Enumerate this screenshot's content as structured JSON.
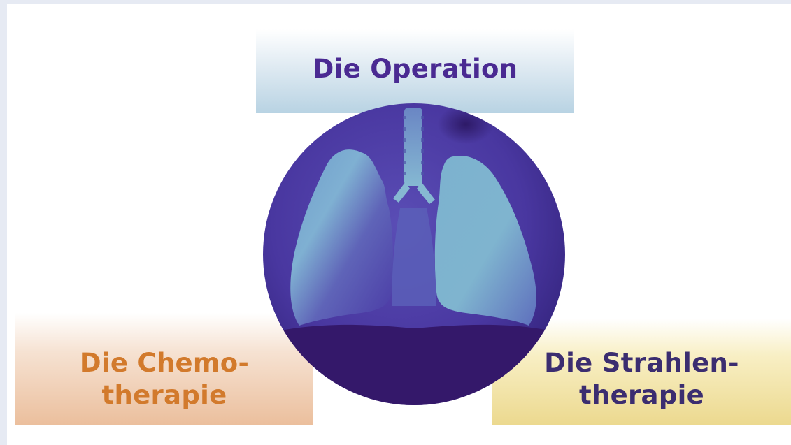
{
  "diagram": {
    "top_panel": {
      "label": "Die Operation",
      "color": "#4a2a92"
    },
    "left_panel": {
      "line1": "Die Chemo-",
      "line2": "therapie",
      "color": "#d27a2c"
    },
    "right_panel": {
      "line1": "Die Strahlen-",
      "line2": "therapie",
      "color": "#3b2d70"
    },
    "center_image": {
      "icon": "lungs-icon",
      "background_color": "#4a39a0",
      "lung_color": "#7fb4cf"
    }
  }
}
